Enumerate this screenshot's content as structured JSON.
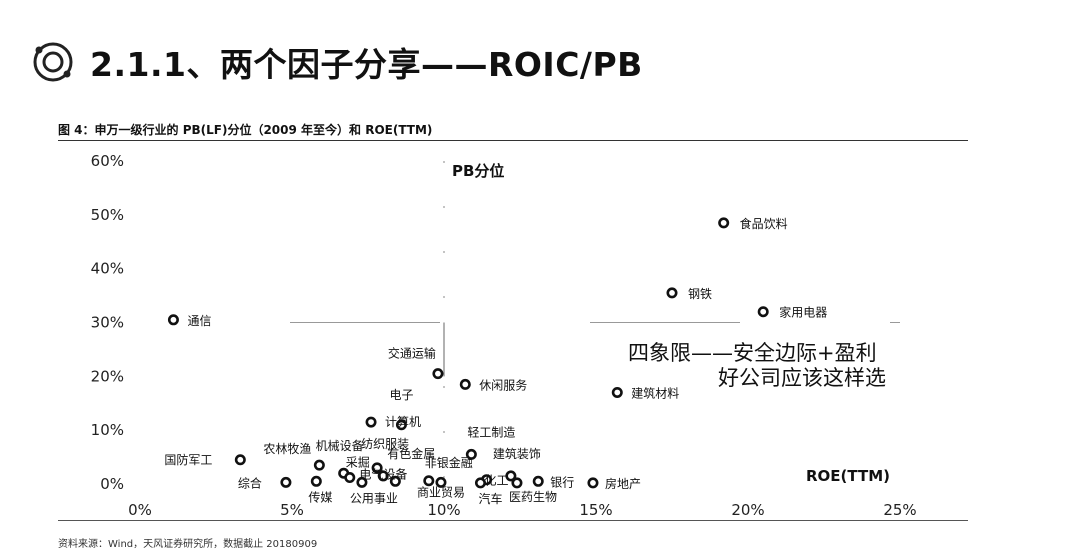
{
  "header": {
    "title": "2.1.1、两个因子分享——ROIC/PB",
    "logo_icon": "orbit-logo-icon"
  },
  "figure": {
    "caption": "图 4：申万一级行业的 PB(LF)分位（2009 年至今）和 ROE(TTM)",
    "source": "资料来源：Wind，天风证券研究所，数据截止 20180909"
  },
  "chart_data": {
    "type": "scatter",
    "xlabel": "ROE(TTM)",
    "ylabel": "PB分位",
    "x_ticks": [
      "0%",
      "5%",
      "10%",
      "15%",
      "20%",
      "25%"
    ],
    "y_ticks": [
      "0%",
      "10%",
      "20%",
      "30%",
      "40%",
      "50%",
      "60%"
    ],
    "xlim": [
      0,
      25
    ],
    "ylim": [
      0,
      60
    ],
    "quadrant_divider": {
      "x": 10,
      "y": 30
    },
    "annotations": [
      "四象限——安全边际+盈利",
      "好公司应该这样选"
    ],
    "points": [
      {
        "name": "食品饮料",
        "x": 19.2,
        "y": 48.5
      },
      {
        "name": "钢铁",
        "x": 17.5,
        "y": 35.5
      },
      {
        "name": "家用电器",
        "x": 20.5,
        "y": 32.0
      },
      {
        "name": "通信",
        "x": 1.1,
        "y": 30.5
      },
      {
        "name": "交通运输",
        "x": 9.8,
        "y": 20.5
      },
      {
        "name": "休闲服务",
        "x": 10.7,
        "y": 18.5
      },
      {
        "name": "建筑材料",
        "x": 15.7,
        "y": 17.0
      },
      {
        "name": "计算机",
        "x": 7.6,
        "y": 11.5
      },
      {
        "name": "电子",
        "x": 8.6,
        "y": 11.0
      },
      {
        "name": "国防军工",
        "x": 3.3,
        "y": 4.5
      },
      {
        "name": "农林牧渔",
        "x": 5.9,
        "y": 3.5
      },
      {
        "name": "机械设备",
        "x": 6.7,
        "y": 2.0
      },
      {
        "name": "纺织服装",
        "x": 7.8,
        "y": 3.0
      },
      {
        "name": "轻工制造",
        "x": 10.9,
        "y": 5.5
      },
      {
        "name": "采掘",
        "x": 6.9,
        "y": 1.2
      },
      {
        "name": "有色金属",
        "x": 8.0,
        "y": 1.5
      },
      {
        "name": "非银金融",
        "x": 9.5,
        "y": 0.6
      },
      {
        "name": "建筑装饰",
        "x": 12.2,
        "y": 1.5
      },
      {
        "name": "综合",
        "x": 4.8,
        "y": 0.3
      },
      {
        "name": "传媒",
        "x": 5.8,
        "y": 0.5
      },
      {
        "name": "公用事业",
        "x": 7.3,
        "y": 0.3
      },
      {
        "name": "电气设备",
        "x": 8.4,
        "y": 0.5
      },
      {
        "name": "商业贸易",
        "x": 9.9,
        "y": 0.3
      },
      {
        "name": "化工",
        "x": 11.4,
        "y": 0.8
      },
      {
        "name": "汽车",
        "x": 11.2,
        "y": 0.2
      },
      {
        "name": "医药生物",
        "x": 12.4,
        "y": 0.2
      },
      {
        "name": "银行",
        "x": 13.1,
        "y": 0.5
      },
      {
        "name": "房地产",
        "x": 14.9,
        "y": 0.2
      }
    ]
  }
}
